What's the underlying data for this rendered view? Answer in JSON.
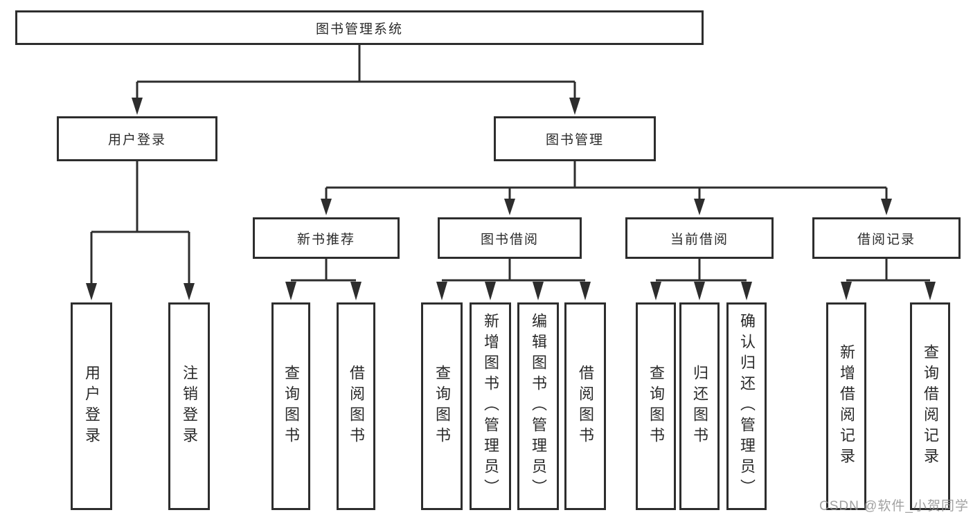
{
  "diagram": {
    "root": "图书管理系统",
    "branches": [
      {
        "label": "用户登录",
        "children": [
          "用户登录",
          "注销登录"
        ]
      },
      {
        "label": "图书管理",
        "children": [
          {
            "label": "新书推荐",
            "children": [
              "查询图书",
              "借阅图书"
            ]
          },
          {
            "label": "图书借阅",
            "children": [
              "查询图书",
              "新增图书（管理员）",
              "编辑图书（管理员）",
              "借阅图书"
            ]
          },
          {
            "label": "当前借阅",
            "children": [
              "查询图书",
              "归还图书",
              "确认归还（管理员）"
            ]
          },
          {
            "label": "借阅记录",
            "children": [
              "新增借阅记录",
              "查询借阅记录"
            ]
          }
        ]
      }
    ],
    "line_color": "#2d2d2d"
  },
  "watermark": "CSDN @软件_小贺同学"
}
